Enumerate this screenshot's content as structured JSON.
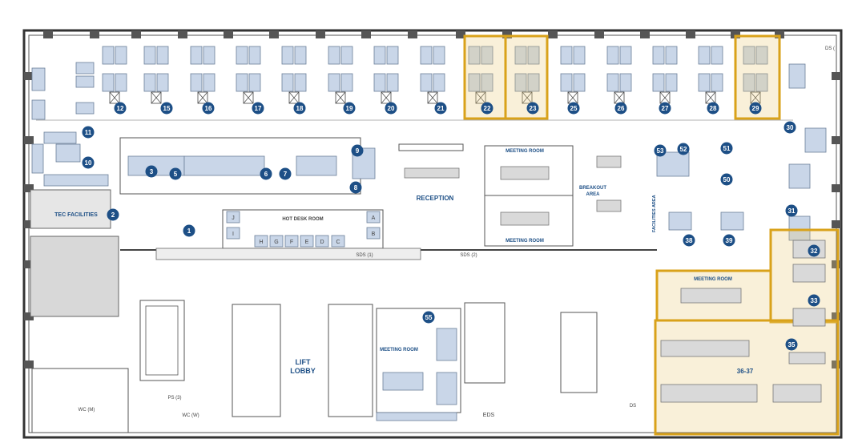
{
  "labels": {
    "tec_facilities": "TEC FACILITIES",
    "hot_desk_room": "HOT DESK ROOM",
    "reception": "RECEPTION",
    "meeting_room_top": "MEETING ROOM",
    "meeting_room_bottom": "MEETING ROOM",
    "breakout_line1": "BREAKOUT",
    "breakout_line2": "AREA",
    "facilities_area": "FACILITIES AREA",
    "lift_line1": "LIFT",
    "lift_line2": "LOBBY",
    "meeting_room_lower": "MEETING ROOM",
    "meeting_room_right": "MEETING ROOM",
    "sds_top": "DS (",
    "sds_1": "SDS (1)",
    "sds_2": "SDS (2)",
    "ps3": "PS (3)",
    "wc_m": "WC (M)",
    "wc_w": "WC (W)",
    "eds": "EDS",
    "ds_bottom": "DS",
    "combined_37": "36-37"
  },
  "workstations_top": [
    "12",
    "15",
    "16",
    "17",
    "18",
    "19",
    "20",
    "21",
    "22",
    "23",
    "25",
    "26",
    "27",
    "28",
    "29"
  ],
  "workstations_other": [
    "1",
    "2",
    "3",
    "5",
    "6",
    "7",
    "8",
    "9",
    "10",
    "11",
    "30",
    "31",
    "32",
    "33",
    "35",
    "38",
    "39",
    "50",
    "51",
    "52",
    "53",
    "55"
  ],
  "hot_desks": [
    "J",
    "I",
    "H",
    "G",
    "F",
    "E",
    "D",
    "C",
    "A",
    "B"
  ],
  "colors": {
    "marker": "#1d4f86",
    "highlight": "#d9a21a",
    "desk": "#c9d6e8"
  }
}
